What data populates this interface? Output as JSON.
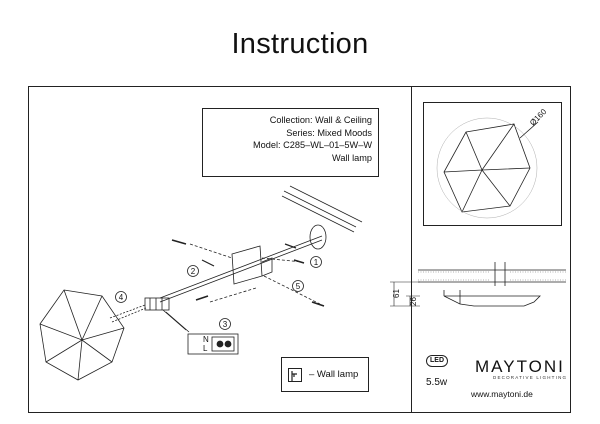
{
  "title": "Instruction",
  "info": {
    "collection": "Collection: Wall & Ceiling",
    "series": "Series: Mixed Moods",
    "model": "Model: C285–WL–01–5W–W",
    "type": "Wall lamp"
  },
  "legend": {
    "text": "– Wall lamp"
  },
  "steps": [
    "1",
    "2",
    "3",
    "4",
    "5"
  ],
  "connector_labels": [
    "N",
    "L"
  ],
  "dimensions": {
    "diameter": "Ø160",
    "height_total": "61",
    "height_body": "26"
  },
  "led": {
    "badge": "LED",
    "power": "5.5w"
  },
  "brand": {
    "name": "MAYTONI",
    "tagline": "DECORATIVE LIGHTING",
    "website": "www.maytoni.de"
  }
}
